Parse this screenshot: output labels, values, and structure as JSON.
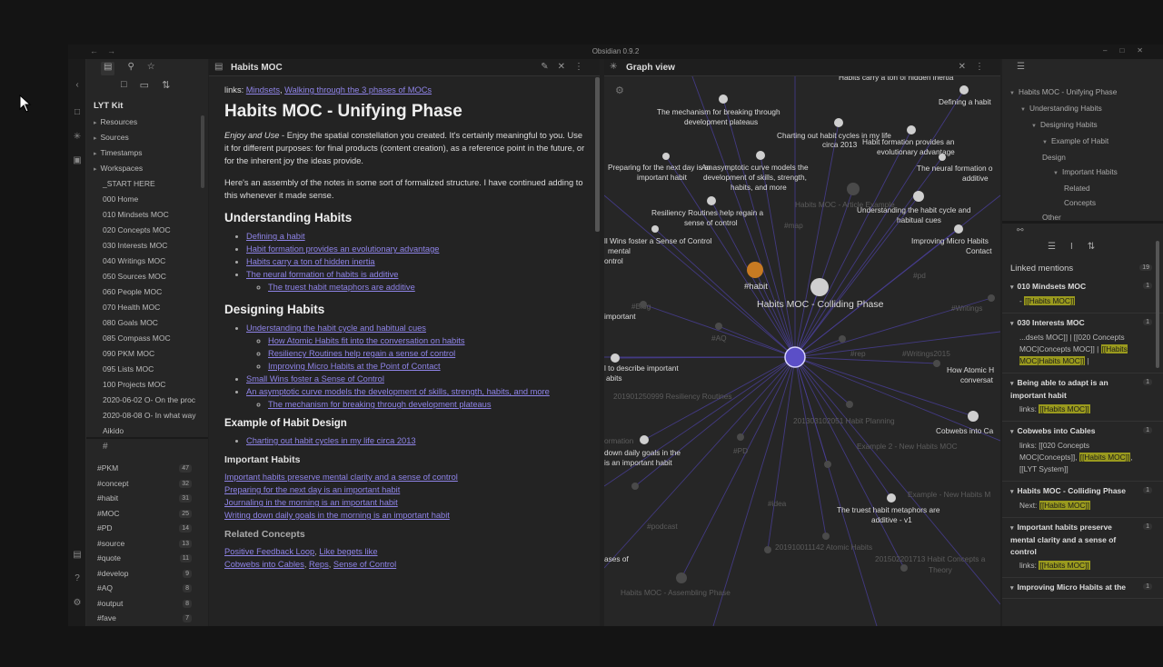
{
  "window": {
    "title": "Obsidian 0.9.2"
  },
  "icons": {
    "back": "←",
    "forward": "→",
    "minimize": "–",
    "maximize": "□",
    "close": "✕",
    "files": "▤",
    "search": "⚲",
    "star": "☆",
    "tag": "#",
    "link": "⚯",
    "new_note": "□",
    "new_folder": "▭",
    "sort": "⇅",
    "edit": "✎",
    "more": "⋮",
    "graph": "✳",
    "outline": "☰",
    "settings": "⚙"
  },
  "sidebar": {
    "vault_name": "LYT Kit",
    "folders": [
      "Resources",
      "Sources",
      "Timestamps",
      "Workspaces"
    ],
    "files": [
      "_START HERE",
      "000 Home",
      "010 Mindsets MOC",
      "020 Concepts MOC",
      "030 Interests MOC",
      "040 Writings MOC",
      "050 Sources MOC",
      "060 People MOC",
      "070 Health MOC",
      "080 Goals MOC",
      "085 Compass MOC",
      "090 PKM MOC",
      "095 Lists MOC",
      "100 Projects MOC",
      "2020-06-02 O- On the proc",
      "2020-08-08 O- In what way",
      "Aikido"
    ]
  },
  "tags_pane": {
    "header": "#",
    "tags": [
      {
        "name": "#PKM",
        "count": "47"
      },
      {
        "name": "#concept",
        "count": "32"
      },
      {
        "name": "#habit",
        "count": "31"
      },
      {
        "name": "#MOC",
        "count": "25"
      },
      {
        "name": "#PD",
        "count": "14"
      },
      {
        "name": "#source",
        "count": "13"
      },
      {
        "name": "#quote",
        "count": "11"
      },
      {
        "name": "#develop",
        "count": "9"
      },
      {
        "name": "#AQ",
        "count": "8"
      },
      {
        "name": "#output",
        "count": "8"
      },
      {
        "name": "#fave",
        "count": "7"
      }
    ]
  },
  "editor": {
    "tab_title": "Habits MOC",
    "links_prefix": "links: ",
    "link_mindsets": "Mindsets",
    "link_sep": ", ",
    "link_walking": "Walking through the 3 phases of MOCs",
    "h1": "Habits MOC - Unifying Phase",
    "p1_em": "Enjoy and Use",
    "p1_rest": " - Enjoy the spatial constellation you created. It's certainly meaningful to you. Use it for different purposes: for final products (content creation), as a reference point in the future, or for the inherent joy the ideas provide.",
    "p2": "Here's an assembly of the notes in some sort of formalized structure. I have continued adding to this whenever it made sense.",
    "h2_understanding": "Understanding Habits",
    "understanding": [
      "Defining a habit",
      "Habit formation provides an evolutionary advantage",
      "Habits carry a ton of hidden inertia",
      "The neural formation of habits is additive"
    ],
    "understanding_sub": "The truest habit metaphors are additive",
    "h2_designing": "Designing Habits",
    "designing_1": "Understanding the habit cycle and habitual cues",
    "designing_1_sub": [
      "How Atomic Habits fit into the conversation on habits",
      "Resiliency Routines help regain a sense of control",
      "Improving Micro Habits at the Point of Contact"
    ],
    "designing_2": "Small Wins foster a Sense of Control",
    "designing_3": "An asymptotic curve models the development of skills, strength, habits, and more",
    "designing_3_sub": "The mechanism for breaking through development plateaus",
    "h3_example": "Example of Habit Design",
    "example": "Charting out habit cycles in my life circa 2013",
    "h4_important": "Important Habits",
    "important": [
      "Important habits preserve mental clarity and a sense of control",
      "Preparing for the next day is an important habit",
      "Journaling in the morning is an important habit",
      "Writing down daily goals in the morning is an important habit"
    ],
    "h5_related": "Related Concepts",
    "related_1a": "Positive Feedback Loop",
    "related_1b": "Like begets like",
    "related_2a": "Cobwebs into Cables",
    "related_2b": "Reps",
    "related_2c": "Sense of Control"
  },
  "graph": {
    "tab_title": "Graph view",
    "center": "Habits MOC",
    "labels": {
      "top_cut": "Habits carry a ton of hidden inertia",
      "defining": "Defining a habit",
      "mechanism_1": "The mechanism for breaking through",
      "mechanism_2": "development plateaus",
      "charting_1": "Charting out habit cycles in my life",
      "charting_2": "circa 2013",
      "formation_1": "Habit formation provides an",
      "formation_2": "evolutionary advantage",
      "preparing_1": "Preparing for the next day is an",
      "preparing_2": "important habit",
      "asymptotic_1": "An asymptotic curve models the",
      "asymptotic_2": "development of skills, strength,",
      "asymptotic_3": "habits, and more",
      "neural_1": "The neural formation o",
      "neural_2": "additive",
      "article": "Habits MOC - Article Example",
      "understanding_1": "Understanding the habit cycle and",
      "understanding_2": "habitual cues",
      "resiliency_1": "Resiliency Routines help regain a",
      "resiliency_2": "sense of control",
      "map": "#map",
      "smallwins_1": "ll Wins foster a Sense of Control",
      "smallwins_2": "mental",
      "smallwins_3": "ontrol",
      "micro_1": "Improving Micro Habits",
      "micro_2": "Contact",
      "habit_tag": "#habit",
      "colliding": "Habits MOC - Colliding Phase",
      "pd": "#pd",
      "blog": "#Blog",
      "writings": "#Writings",
      "important": "important",
      "aq": "#AQ",
      "rep": "#rep",
      "writings2015": "#Writings2015",
      "describe_1": "l to describe important",
      "describe_2": "abits",
      "atomic_1": "How Atomic H",
      "atomic_2": "conversat",
      "res_routines": "201901250999 Resiliency Routines",
      "habit_planning": "201303102051 Habit Planning",
      "formation_cut": "ormation",
      "writing_daily_1": "down daily goals in the",
      "writing_daily_2": "is an important habit",
      "pd2": "#PD",
      "example2": "Example 2 - New Habits MOC",
      "cobwebs": "Cobwebs into Ca",
      "example_new": "Example - New Habits M",
      "idea": "#idea",
      "truest_1": "The truest habit metaphors are",
      "truest_2": "additive - v1",
      "podcast": "#podcast",
      "atomic_habits": "201910011142 Atomic Habits",
      "habit_concepts_1": "201502201713 Habit Concepts a",
      "habit_concepts_2": "Theory",
      "phases": "ases of",
      "assembling": "Habits MOC - Assembling Phase"
    },
    "colors": {
      "center": "#5b4fc7",
      "habit": "#c77a22",
      "link": "#4a3f9a",
      "node": "#cfcfcf"
    }
  },
  "outline": {
    "items": [
      {
        "label": "Habits MOC - Unifying Phase",
        "level": 0,
        "arrow": true
      },
      {
        "label": "Understanding Habits",
        "level": 1,
        "arrow": true
      },
      {
        "label": "Designing Habits",
        "level": 2,
        "arrow": true
      },
      {
        "label": "Example of Habit",
        "level": 3,
        "arrow": true
      },
      {
        "label": "Design",
        "level": 3,
        "arrow": false
      },
      {
        "label": "Important Habits",
        "level": 4,
        "arrow": true
      },
      {
        "label": "Related",
        "level": 5,
        "arrow": false
      },
      {
        "label": "Concepts",
        "level": 5,
        "arrow": false
      },
      {
        "label": "Other",
        "level": 3,
        "arrow": false
      }
    ]
  },
  "linked_mentions": {
    "title": "Linked mentions",
    "count": "19",
    "items": [
      {
        "title": "010 Mindsets MOC",
        "count": "1",
        "body_pre": "- ",
        "hl": "[[Habits MOC]]",
        "body_post": ""
      },
      {
        "title": "030 Interests MOC",
        "count": "1",
        "body_pre": "...dsets MOC]] | [[020 Concepts MOC|Concepts MOC]] | ",
        "hl": "[[Habits MOC|Habits MOC]]",
        "body_post": " |"
      },
      {
        "title": "Being able to adapt is an important habit",
        "count": "1",
        "body_pre": "links: ",
        "hl": "[[Habits MOC]]",
        "body_post": ""
      },
      {
        "title": "Cobwebs into Cables",
        "count": "1",
        "body_pre": "links: [[020 Concepts MOC|Concepts]], ",
        "hl": "[[Habits MOC]]",
        "body_post": ", [[LYT System]]"
      },
      {
        "title": "Habits MOC - Colliding Phase",
        "count": "1",
        "body_pre": "Next: ",
        "hl": "[[Habits MOC]]",
        "body_post": ""
      },
      {
        "title": "Important habits preserve mental clarity and a sense of control",
        "count": "1",
        "body_pre": "links: ",
        "hl": "[[Habits MOC]]",
        "body_post": ""
      },
      {
        "title": "Improving Micro Habits at the",
        "count": "1",
        "body_pre": "",
        "hl": "",
        "body_post": ""
      }
    ]
  }
}
